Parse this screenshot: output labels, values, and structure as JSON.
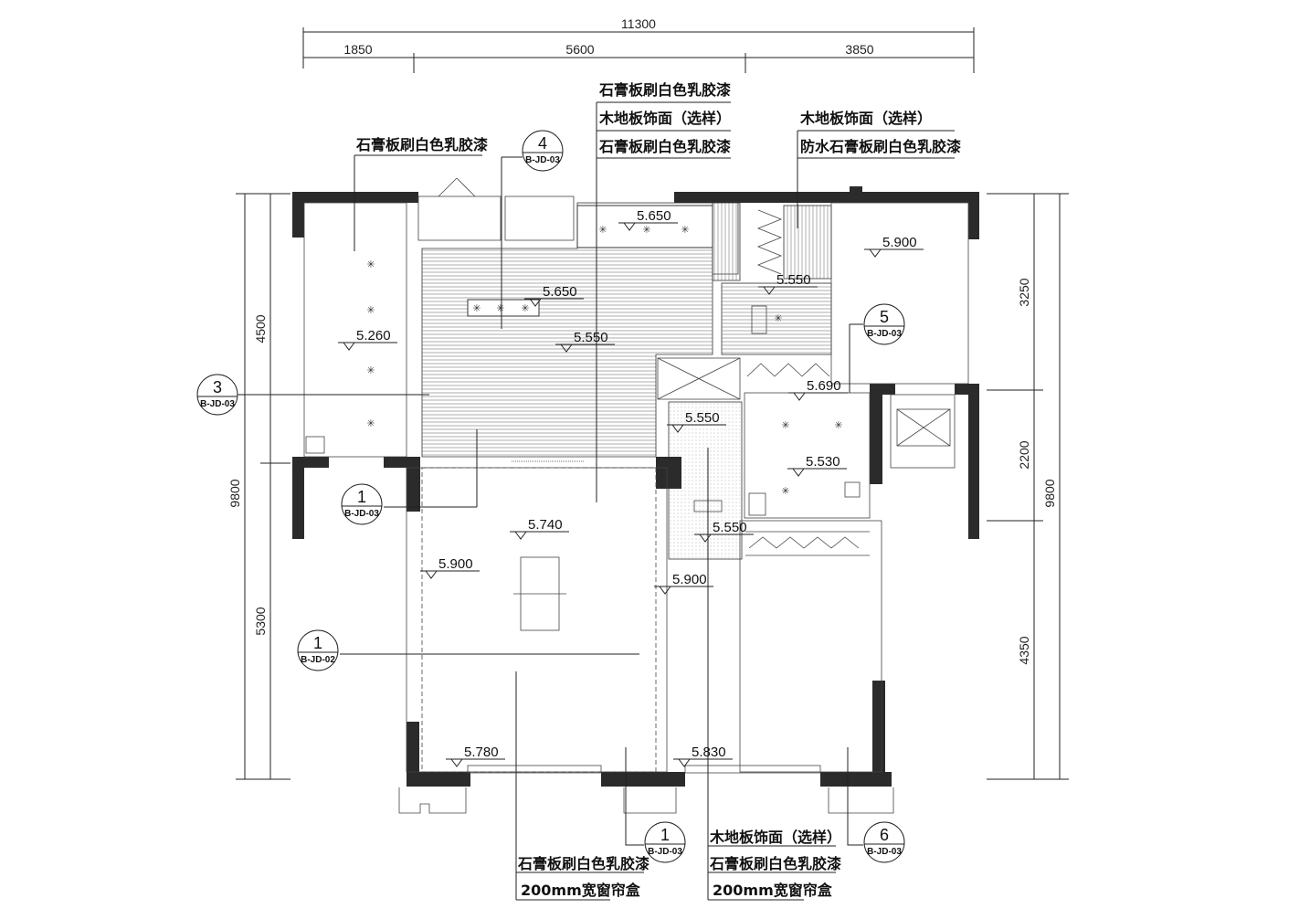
{
  "dimensions": {
    "top_total": "11300",
    "top_segments": [
      "1850",
      "5600",
      "3850"
    ],
    "left": [
      "4500",
      "9800",
      "5300"
    ],
    "right": [
      "3250",
      "2200",
      "4350",
      "9800"
    ]
  },
  "elevations": [
    "5.650",
    "5.900",
    "5.550",
    "5.650",
    "5.260",
    "5.550",
    "5.690",
    "5.550",
    "5.530",
    "5.740",
    "5.550",
    "5.900",
    "5.900",
    "5.780",
    "5.830"
  ],
  "notes": {
    "top_left": "石膏板刷白色乳胶漆",
    "center": [
      "石膏板刷白色乳胶漆",
      "木地板饰面（选样）",
      "石膏板刷白色乳胶漆"
    ],
    "right": [
      "木地板饰面（选样）",
      "防水石膏板刷白色乳胶漆"
    ],
    "bottom_left": [
      "石膏板刷白色乳胶漆",
      "200mm宽窗帘盒"
    ],
    "bottom_right": [
      "木地板饰面（选样）",
      "石膏板刷白色乳胶漆",
      "200mm宽窗帘盒"
    ]
  },
  "section_markers": [
    {
      "num": "4",
      "ref": "B-JD-03"
    },
    {
      "num": "5",
      "ref": "B-JD-03"
    },
    {
      "num": "3",
      "ref": "B-JD-03"
    },
    {
      "num": "1",
      "ref": "B-JD-03"
    },
    {
      "num": "1",
      "ref": "B-JD-02"
    },
    {
      "num": "1",
      "ref": "B-JD-03"
    },
    {
      "num": "6",
      "ref": "B-JD-03"
    }
  ]
}
